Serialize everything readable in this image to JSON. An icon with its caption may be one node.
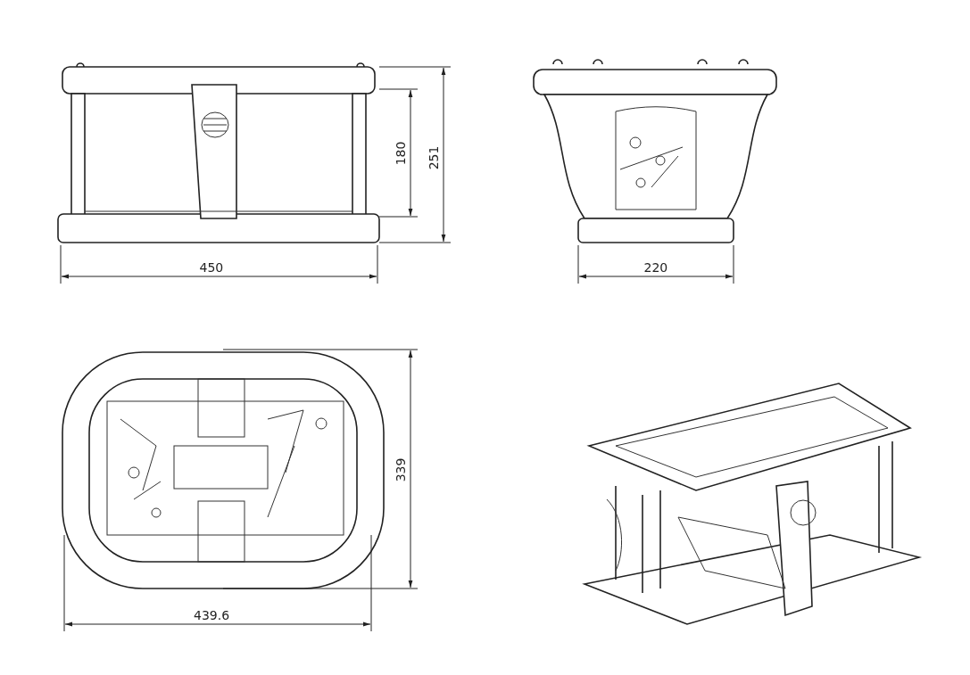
{
  "diagram": {
    "labels": [
      "180",
      "251",
      "450",
      "220",
      "339",
      "439.6"
    ]
  }
}
